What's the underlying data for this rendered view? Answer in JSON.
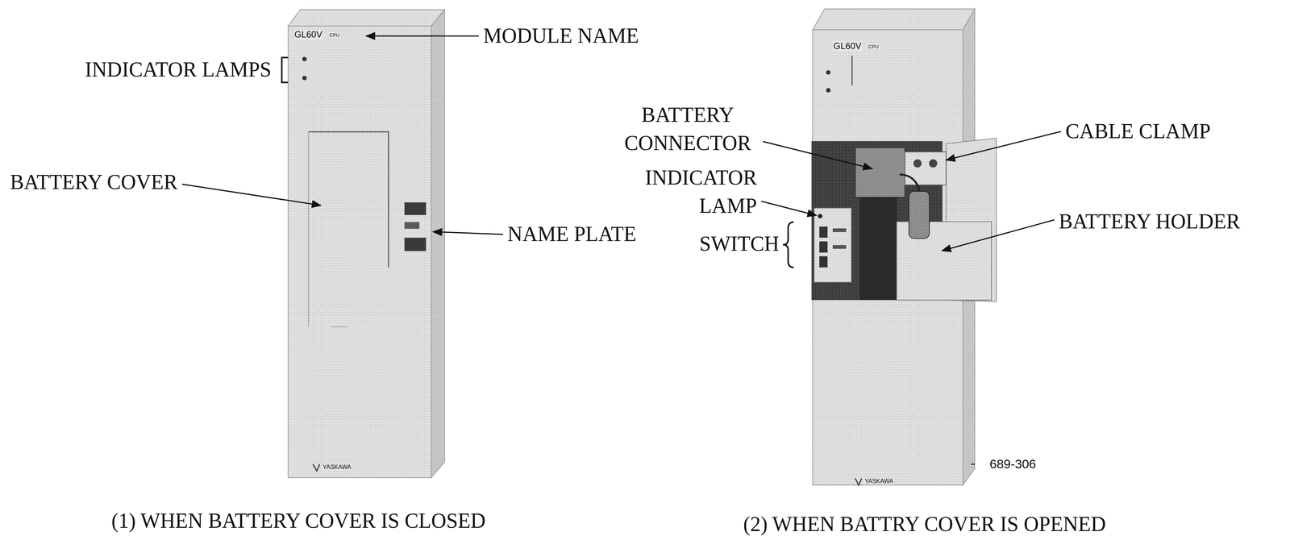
{
  "diagram": {
    "labels": [
      "GL60V",
      "CPU",
      "MODULE NAME",
      "INDICATOR LAMPS",
      "BATTERY COVER",
      "NAME PLATE",
      "YASKAWA",
      "(1) WHEN BATTERY COVER IS CLOSED",
      "GL60V",
      "CPU",
      "BATTERY CONNECTOR",
      "CABLE CLAMP",
      "INDICATOR LAMP",
      "SWITCH",
      "BATTERY HOLDER",
      "689-306",
      "YASKAWA",
      "(2) WHEN BATTRY COVER IS OPENED"
    ]
  }
}
